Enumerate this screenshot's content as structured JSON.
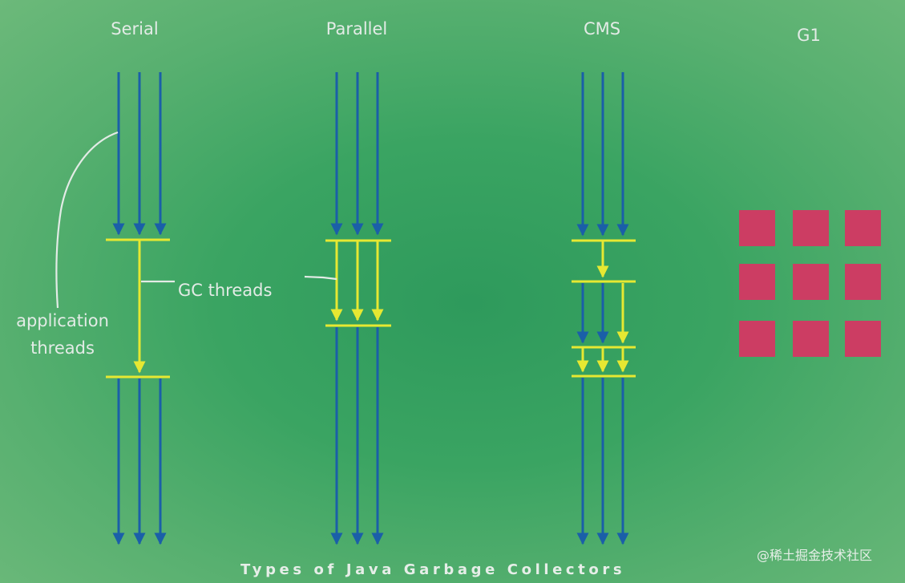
{
  "labels": {
    "serial": "Serial",
    "parallel": "Parallel",
    "cms": "CMS",
    "g1": "G1",
    "application_threads": "application\nthreads",
    "gc_threads": "GC threads"
  },
  "caption": "Types of Java Garbage Collectors",
  "watermark": "@稀土掘金技术社区",
  "colors": {
    "application_thread": "#1a5fa8",
    "gc_thread": "#e6e832",
    "g1_region": "#cc3d63",
    "label_text": "#e3ebe6",
    "background": "#3aa462"
  },
  "collectors": [
    {
      "name": "Serial",
      "application_threads": 3,
      "gc_threads": 1
    },
    {
      "name": "Parallel",
      "application_threads": 3,
      "gc_threads": 3
    },
    {
      "name": "CMS",
      "application_threads": 3,
      "gc_threads": "concurrent"
    },
    {
      "name": "G1",
      "heap_regions": 9
    }
  ]
}
